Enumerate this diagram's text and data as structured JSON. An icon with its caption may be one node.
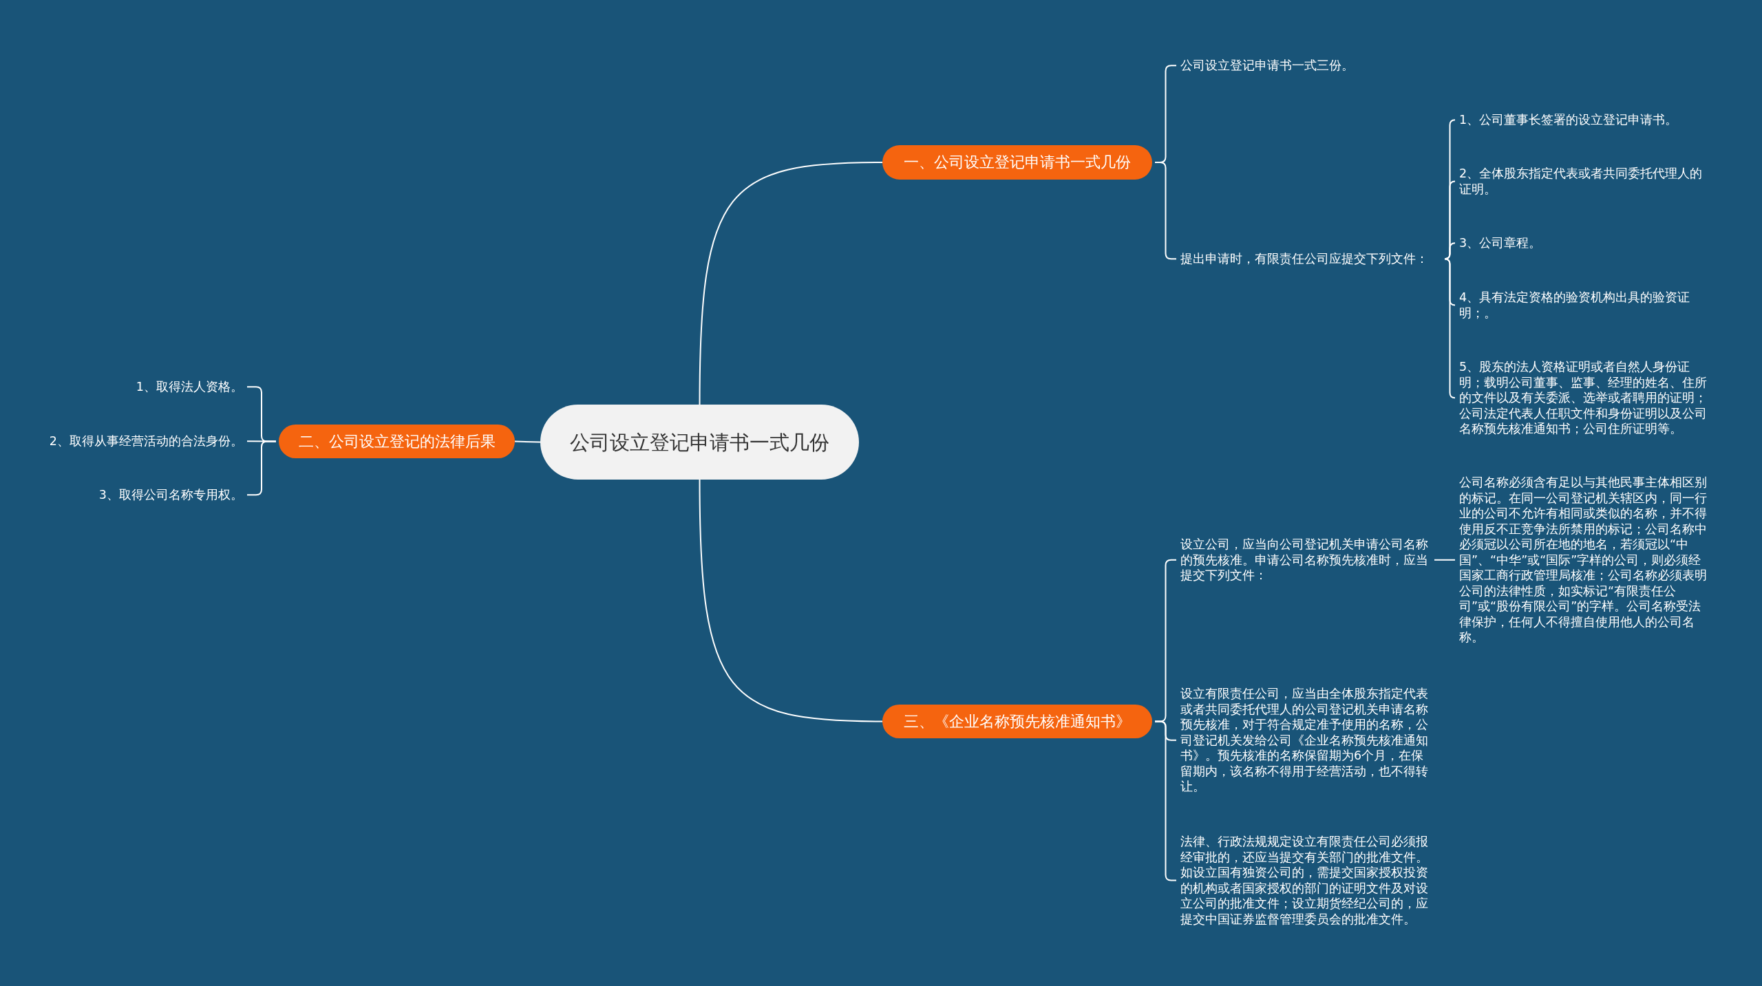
{
  "diagram": {
    "nodes": [
      {
        "text": [
          "公司设立登记申请书一式几份"
        ]
      },
      {
        "text": [
          "一、公司设立登记申请书一式几份"
        ]
      },
      {
        "text": [
          "公司设立登记申请书一式三份。"
        ]
      },
      {
        "text": [
          "提出申请时，有限责任公司应提交下列文件："
        ]
      },
      {
        "text": [
          "1、公司董事长签署的设立登记申请书。"
        ]
      },
      {
        "text": [
          "2、全体股东指定代表或者共同委托代理人的证明。"
        ]
      },
      {
        "text": [
          "3、公司章程。"
        ]
      },
      {
        "text": [
          "4、具有法定资格的验资机构出具的验资证明；。"
        ]
      },
      {
        "text": [
          "5、股东的法人资格证明或者自然人身份证明；载明公司董事、监事、经理的姓名、住所的文件以及有关委派、选举或者聘用的证明；公司法定代表人任职文件和身份证明以及公司名称预先核准通知书；公司住所证明等。"
        ]
      },
      {
        "text": [
          "二、公司设立登记的法律后果"
        ]
      },
      {
        "text": [
          "1、取得法人资格。"
        ]
      },
      {
        "text": [
          "2、取得从事经营活动的合法身份。"
        ]
      },
      {
        "text": [
          "3、取得公司名称专用权。"
        ]
      },
      {
        "text": [
          "三、《企业名称预先核准通知书》"
        ]
      },
      {
        "text": [
          "设立公司，应当向公司登记机关申请公司名称的预先核准。申请公司名称预先核准时，应当提交下列文件："
        ]
      },
      {
        "text": [
          "公司名称必须含有足以与其他民事主体相区别的标记。在同一公司登记机关辖区内，同一行业的公司不允许有相同或类似的名称，并不得使用反不正竞争法所禁用的标记；公司名称中必须冠以公司所在地的地名，若须冠以“中国”、“中华”或“国际”字样的公司，则必须经国家工商行政管理局核准；公司名称必须表明公司的法律性质，如实标记“有限责任公司”或“股份有限公司”的字样。公司名称受法律保护，任何人不得擅自使用他人的公司名称。"
        ]
      },
      {
        "text": [
          "设立有限责任公司，应当由全体股东指定代表或者共同委托代理人的公司登记机关申请名称预先核准，对于符合规定准予使用的名称，公司登记机关发给公司《企业名称预先核准通知书》。预先核准的名称保留期为6个月，在保留期内，该名称不得用于经营活动，也不得转让。"
        ]
      },
      {
        "text": [
          "法律、行政法规规定设立有限责任公司必须报经审批的，还应当提交有关部门的批准文件。如设立国有独资公司的，需提交国家授权投资的机构或者国家授权的部门的证明文件及对设立公司的批准文件；设立期货经纪公司的，应提交中国证券监督管理委员会的批准文件。"
        ]
      }
    ],
    "edges": [
      {
        "from": 0,
        "to": 1,
        "arrow": "none"
      },
      {
        "from": 1,
        "to": 2,
        "arrow": "none"
      },
      {
        "from": 1,
        "to": 3,
        "arrow": "none"
      },
      {
        "from": 3,
        "to": 4,
        "arrow": "none"
      },
      {
        "from": 3,
        "to": 5,
        "arrow": "none"
      },
      {
        "from": 3,
        "to": 6,
        "arrow": "none"
      },
      {
        "from": 3,
        "to": 7,
        "arrow": "none"
      },
      {
        "from": 3,
        "to": 8,
        "arrow": "none"
      },
      {
        "from": 0,
        "to": 9,
        "arrow": "none"
      },
      {
        "from": 9,
        "to": 10,
        "arrow": "none"
      },
      {
        "from": 9,
        "to": 11,
        "arrow": "none"
      },
      {
        "from": 9,
        "to": 12,
        "arrow": "none"
      },
      {
        "from": 0,
        "to": 13,
        "arrow": "none"
      },
      {
        "from": 13,
        "to": 14,
        "arrow": "none"
      },
      {
        "from": 14,
        "to": 15,
        "arrow": "none"
      },
      {
        "from": 13,
        "to": 16,
        "arrow": "none"
      },
      {
        "from": 13,
        "to": 17,
        "arrow": "none"
      }
    ]
  }
}
